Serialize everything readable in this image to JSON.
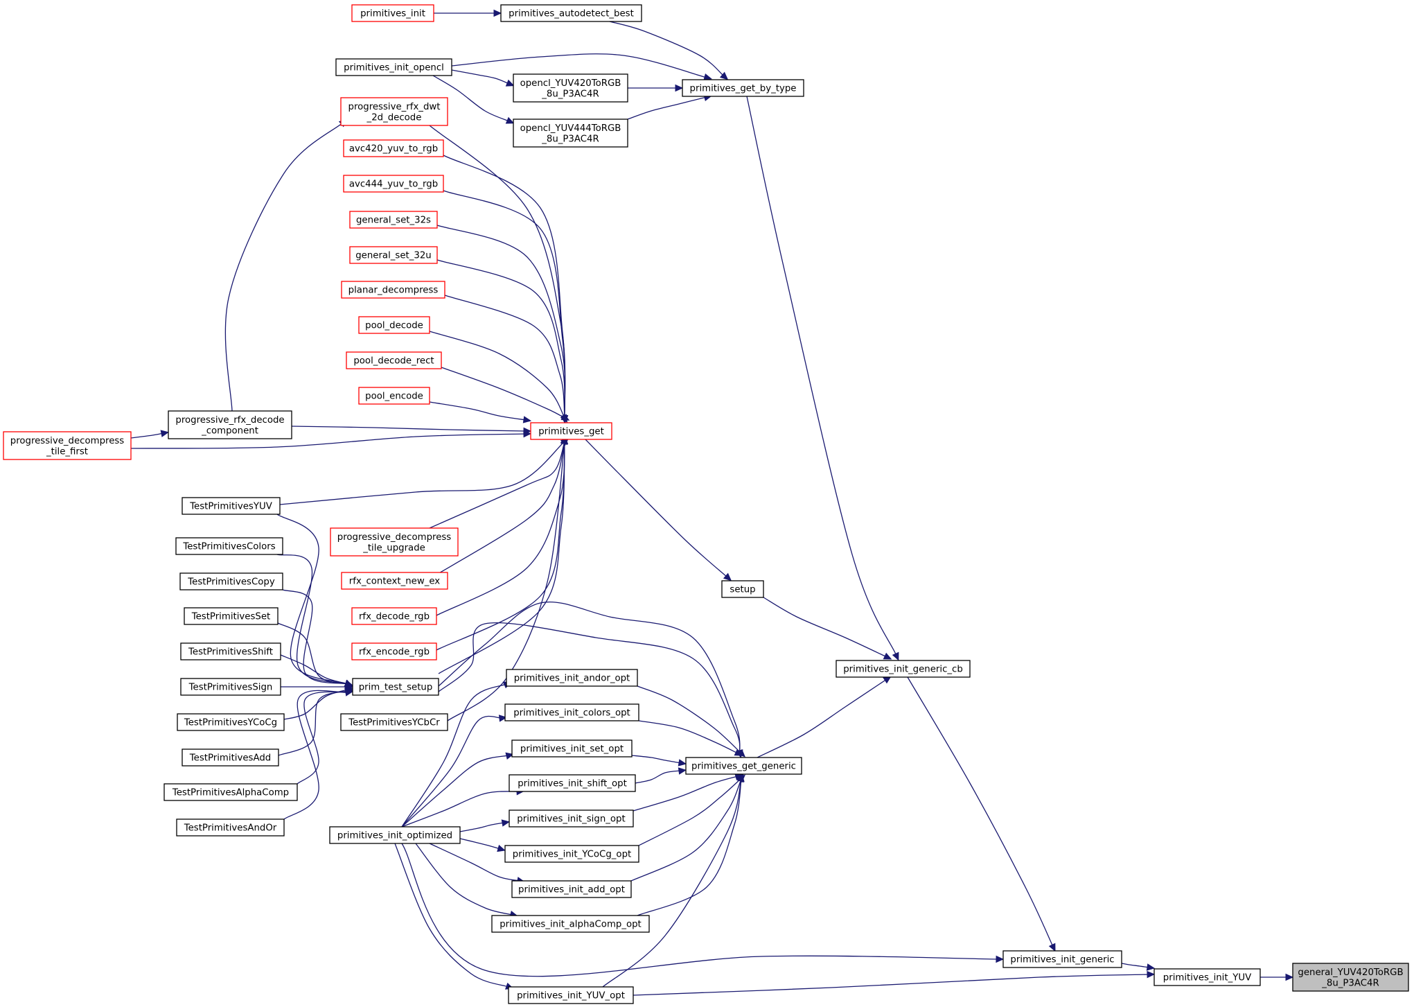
{
  "diagram": {
    "colors": {
      "edge": "#191970",
      "node_border": "#000000",
      "node_border_truncated": "#ff0000",
      "highlight_fill": "#bfbfbf",
      "node_fill": "#ffffff"
    },
    "nodes": [
      {
        "id": "primitives_init",
        "lines": [
          "primitives_init"
        ],
        "style": "red"
      },
      {
        "id": "primitives_autodetect_best",
        "lines": [
          "primitives_autodetect_best"
        ],
        "style": "black"
      },
      {
        "id": "primitives_init_opencl",
        "lines": [
          "primitives_init_opencl"
        ],
        "style": "black"
      },
      {
        "id": "opencl_YUV420ToRGB_8u_P3AC4R",
        "lines": [
          "opencl_YUV420ToRGB",
          "_8u_P3AC4R"
        ],
        "style": "black"
      },
      {
        "id": "opencl_YUV444ToRGB_8u_P3AC4R",
        "lines": [
          "opencl_YUV444ToRGB",
          "_8u_P3AC4R"
        ],
        "style": "black"
      },
      {
        "id": "primitives_get_by_type",
        "lines": [
          "primitives_get_by_type"
        ],
        "style": "black"
      },
      {
        "id": "progressive_rfx_dwt_2d_decode",
        "lines": [
          "progressive_rfx_dwt",
          "_2d_decode"
        ],
        "style": "red"
      },
      {
        "id": "avc420_yuv_to_rgb",
        "lines": [
          "avc420_yuv_to_rgb"
        ],
        "style": "red"
      },
      {
        "id": "avc444_yuv_to_rgb",
        "lines": [
          "avc444_yuv_to_rgb"
        ],
        "style": "red"
      },
      {
        "id": "general_set_32s",
        "lines": [
          "general_set_32s"
        ],
        "style": "red"
      },
      {
        "id": "general_set_32u",
        "lines": [
          "general_set_32u"
        ],
        "style": "red"
      },
      {
        "id": "planar_decompress",
        "lines": [
          "planar_decompress"
        ],
        "style": "red"
      },
      {
        "id": "pool_decode",
        "lines": [
          "pool_decode"
        ],
        "style": "red"
      },
      {
        "id": "pool_decode_rect",
        "lines": [
          "pool_decode_rect"
        ],
        "style": "red"
      },
      {
        "id": "pool_encode",
        "lines": [
          "pool_encode"
        ],
        "style": "red"
      },
      {
        "id": "primitives_get",
        "lines": [
          "primitives_get"
        ],
        "style": "red"
      },
      {
        "id": "progressive_rfx_decode_component",
        "lines": [
          "progressive_rfx_decode",
          "_component"
        ],
        "style": "black"
      },
      {
        "id": "progressive_decompress_tile_first",
        "lines": [
          "progressive_decompress",
          "_tile_first"
        ],
        "style": "red"
      },
      {
        "id": "TestPrimitivesYUV",
        "lines": [
          "TestPrimitivesYUV"
        ],
        "style": "black"
      },
      {
        "id": "progressive_decompress_tile_upgrade",
        "lines": [
          "progressive_decompress",
          "_tile_upgrade"
        ],
        "style": "red"
      },
      {
        "id": "TestPrimitivesColors",
        "lines": [
          "TestPrimitivesColors"
        ],
        "style": "black"
      },
      {
        "id": "TestPrimitivesCopy",
        "lines": [
          "TestPrimitivesCopy"
        ],
        "style": "black"
      },
      {
        "id": "rfx_context_new_ex",
        "lines": [
          "rfx_context_new_ex"
        ],
        "style": "red"
      },
      {
        "id": "setup",
        "lines": [
          "setup"
        ],
        "style": "black"
      },
      {
        "id": "TestPrimitivesSet",
        "lines": [
          "TestPrimitivesSet"
        ],
        "style": "black"
      },
      {
        "id": "rfx_decode_rgb",
        "lines": [
          "rfx_decode_rgb"
        ],
        "style": "red"
      },
      {
        "id": "TestPrimitivesShift",
        "lines": [
          "TestPrimitivesShift"
        ],
        "style": "black"
      },
      {
        "id": "rfx_encode_rgb",
        "lines": [
          "rfx_encode_rgb"
        ],
        "style": "red"
      },
      {
        "id": "primitives_init_generic_cb",
        "lines": [
          "primitives_init_generic_cb"
        ],
        "style": "black"
      },
      {
        "id": "primitives_init_andor_opt",
        "lines": [
          "primitives_init_andor_opt"
        ],
        "style": "black"
      },
      {
        "id": "TestPrimitivesSign",
        "lines": [
          "TestPrimitivesSign"
        ],
        "style": "black"
      },
      {
        "id": "prim_test_setup",
        "lines": [
          "prim_test_setup"
        ],
        "style": "black"
      },
      {
        "id": "primitives_init_colors_opt",
        "lines": [
          "primitives_init_colors_opt"
        ],
        "style": "black"
      },
      {
        "id": "TestPrimitivesYCoCg",
        "lines": [
          "TestPrimitivesYCoCg"
        ],
        "style": "black"
      },
      {
        "id": "TestPrimitivesYCbCr",
        "lines": [
          "TestPrimitivesYCbCr"
        ],
        "style": "black"
      },
      {
        "id": "primitives_init_set_opt",
        "lines": [
          "primitives_init_set_opt"
        ],
        "style": "black"
      },
      {
        "id": "TestPrimitivesAdd",
        "lines": [
          "TestPrimitivesAdd"
        ],
        "style": "black"
      },
      {
        "id": "primitives_get_generic",
        "lines": [
          "primitives_get_generic"
        ],
        "style": "black"
      },
      {
        "id": "primitives_init_shift_opt",
        "lines": [
          "primitives_init_shift_opt"
        ],
        "style": "black"
      },
      {
        "id": "TestPrimitivesAlphaComp",
        "lines": [
          "TestPrimitivesAlphaComp"
        ],
        "style": "black"
      },
      {
        "id": "primitives_init_sign_opt",
        "lines": [
          "primitives_init_sign_opt"
        ],
        "style": "black"
      },
      {
        "id": "TestPrimitivesAndOr",
        "lines": [
          "TestPrimitivesAndOr"
        ],
        "style": "black"
      },
      {
        "id": "primitives_init_optimized",
        "lines": [
          "primitives_init_optimized"
        ],
        "style": "black"
      },
      {
        "id": "primitives_init_YCoCg_opt",
        "lines": [
          "primitives_init_YCoCg_opt"
        ],
        "style": "black"
      },
      {
        "id": "primitives_init_add_opt",
        "lines": [
          "primitives_init_add_opt"
        ],
        "style": "black"
      },
      {
        "id": "primitives_init_alphaComp_opt",
        "lines": [
          "primitives_init_alphaComp_opt"
        ],
        "style": "black"
      },
      {
        "id": "primitives_init_generic",
        "lines": [
          "primitives_init_generic"
        ],
        "style": "black"
      },
      {
        "id": "primitives_init_YUV",
        "lines": [
          "primitives_init_YUV"
        ],
        "style": "black"
      },
      {
        "id": "primitives_init_YUV_opt",
        "lines": [
          "primitives_init_YUV_opt"
        ],
        "style": "black"
      },
      {
        "id": "general_YUV420ToRGB_8u_P3AC4R",
        "lines": [
          "general_YUV420ToRGB",
          "_8u_P3AC4R"
        ],
        "style": "highlight"
      }
    ]
  }
}
